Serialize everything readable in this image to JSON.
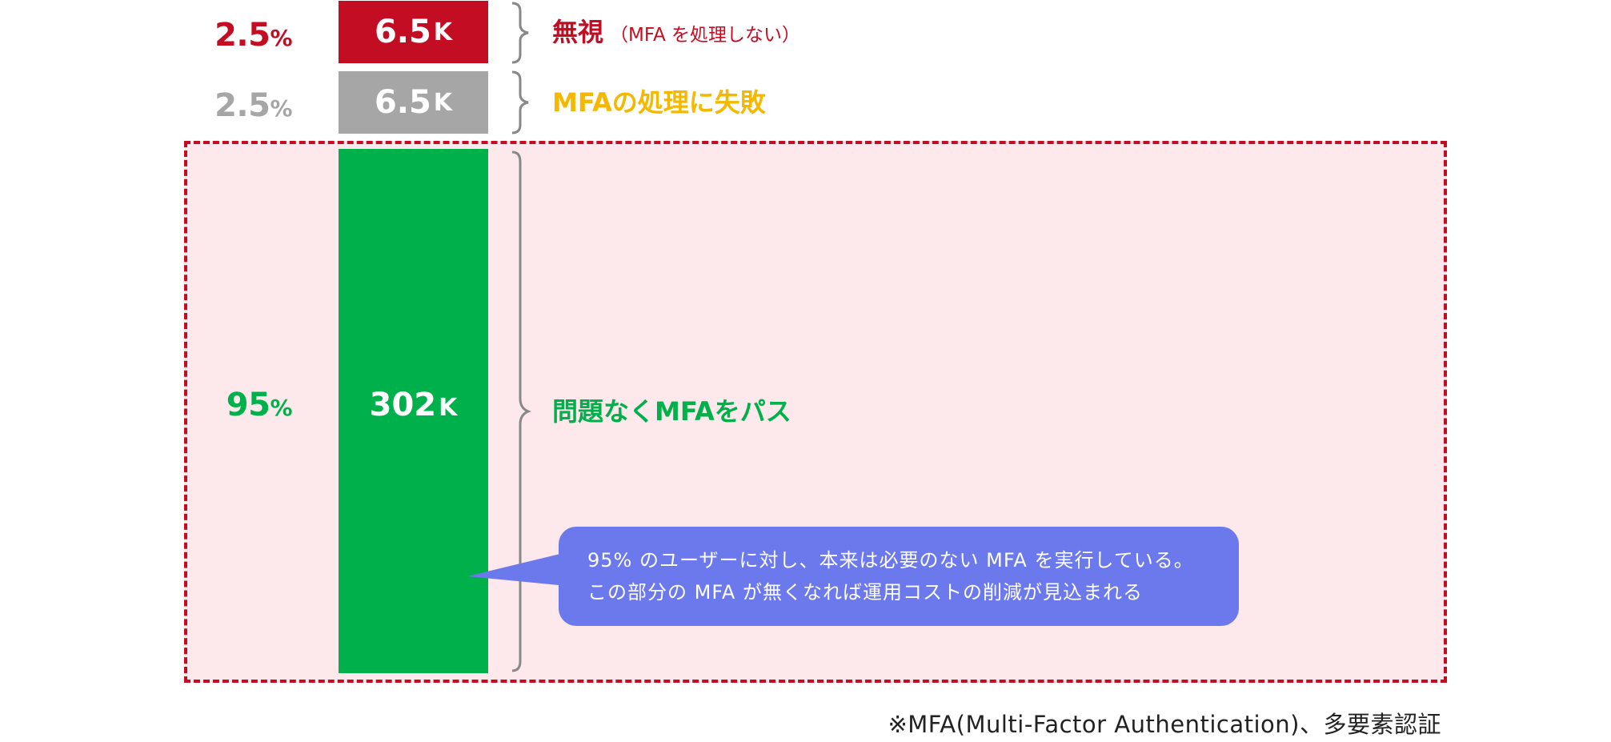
{
  "colors": {
    "red": "#c30d23",
    "gray": "#a6a6a6",
    "yellow": "#f5b800",
    "green": "#00b04b",
    "callout": "#6b79ec",
    "zone_fill": "#fde9eb"
  },
  "rows": [
    {
      "percent": "2.5",
      "percent_unit": "%",
      "count": "6.5",
      "count_unit": "K",
      "label": "無視",
      "label_note": "（MFA を処理しない）"
    },
    {
      "percent": "2.5",
      "percent_unit": "%",
      "count": "6.5",
      "count_unit": "K",
      "label": "MFAの処理に失敗"
    },
    {
      "percent": "95",
      "percent_unit": "%",
      "count": "302",
      "count_unit": "K",
      "label": "問題なくMFAをパス"
    }
  ],
  "callout": {
    "line1": "95% のユーザーに対し、本来は必要のない MFA を実行している。",
    "line2": "この部分の MFA が無くなれば運用コストの削減が見込まれる"
  },
  "footnote": "※MFA(Multi-Factor Authentication)、多要素認証"
}
